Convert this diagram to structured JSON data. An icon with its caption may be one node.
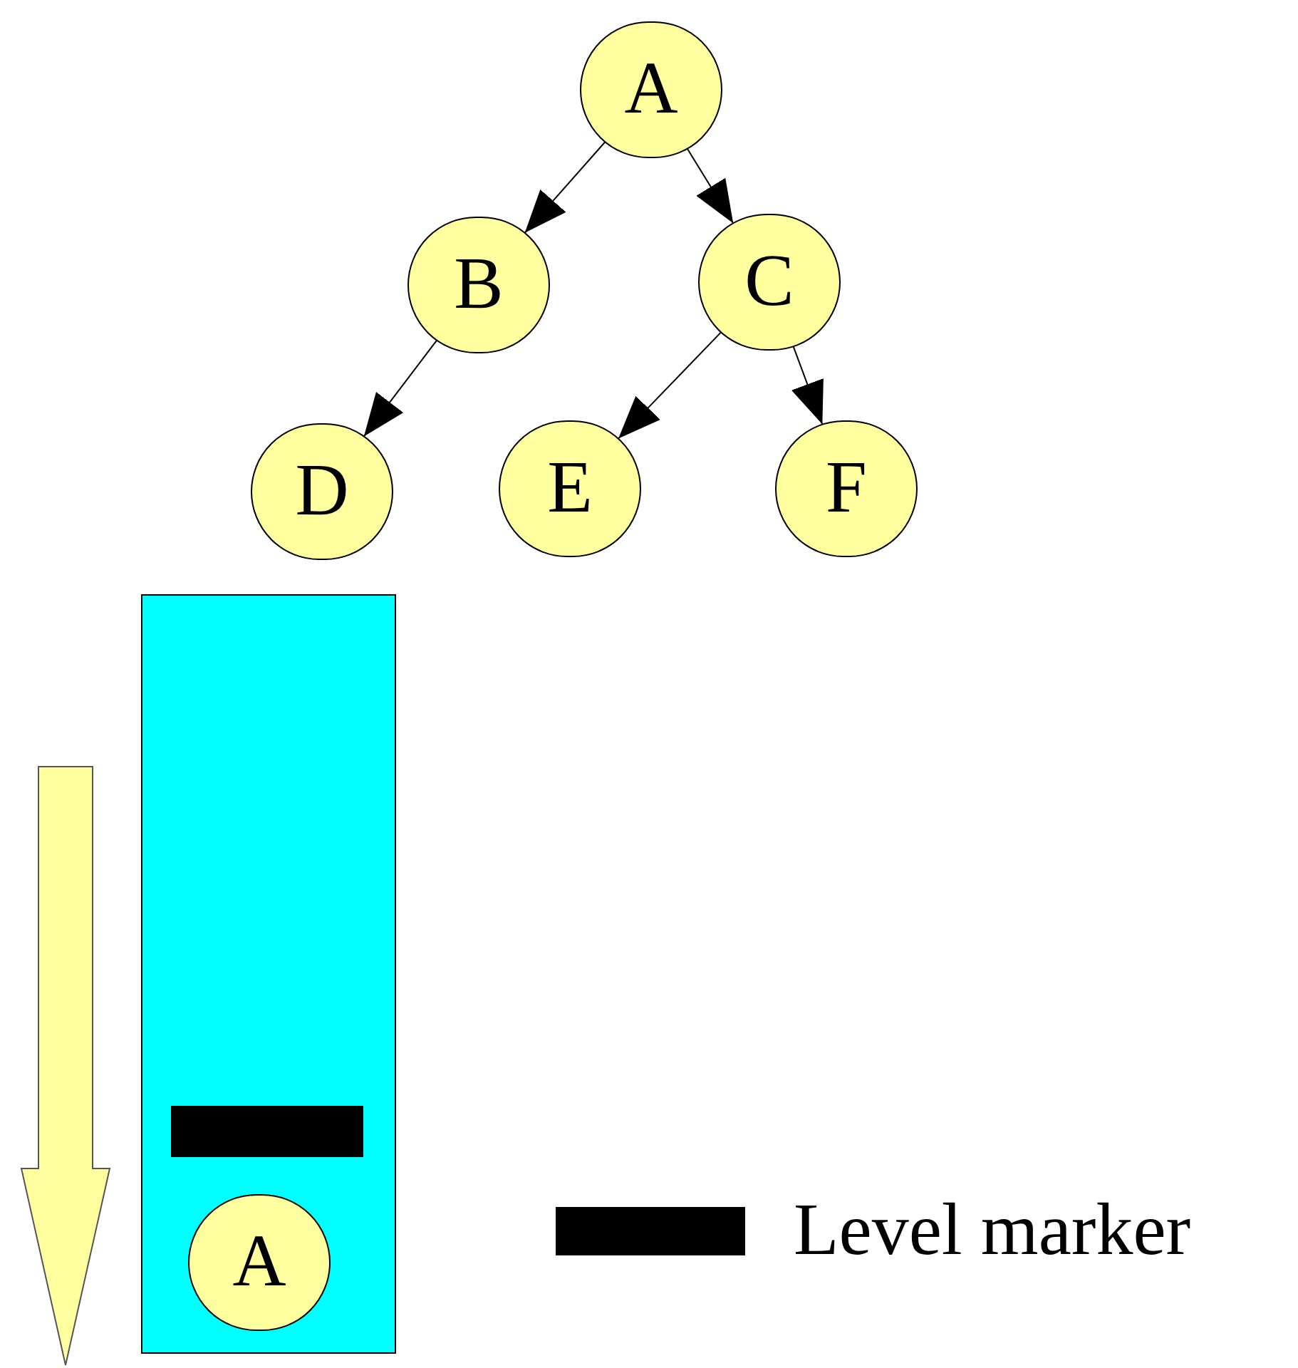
{
  "diagram": {
    "nodes": [
      {
        "text": [
          "A"
        ]
      },
      {
        "text": [
          "B"
        ]
      },
      {
        "text": [
          "C"
        ]
      },
      {
        "text": [
          "D"
        ]
      },
      {
        "text": [
          "E"
        ]
      },
      {
        "text": [
          "F"
        ]
      },
      {
        "text": [],
        "shape": "box"
      },
      {
        "text": [],
        "shape": "bar",
        "in": 6
      },
      {
        "text": [
          "A"
        ],
        "in": 6
      }
    ],
    "edges": [
      {
        "from": 0,
        "to": 1,
        "arrow": "to"
      },
      {
        "from": 0,
        "to": 2,
        "arrow": "to"
      },
      {
        "from": 1,
        "to": 3,
        "arrow": "to"
      },
      {
        "from": 2,
        "to": 4,
        "arrow": "to"
      },
      {
        "from": 2,
        "to": 5,
        "arrow": "to"
      }
    ],
    "legend": [
      {
        "text": "Level marker",
        "color": "#000000"
      }
    ]
  }
}
